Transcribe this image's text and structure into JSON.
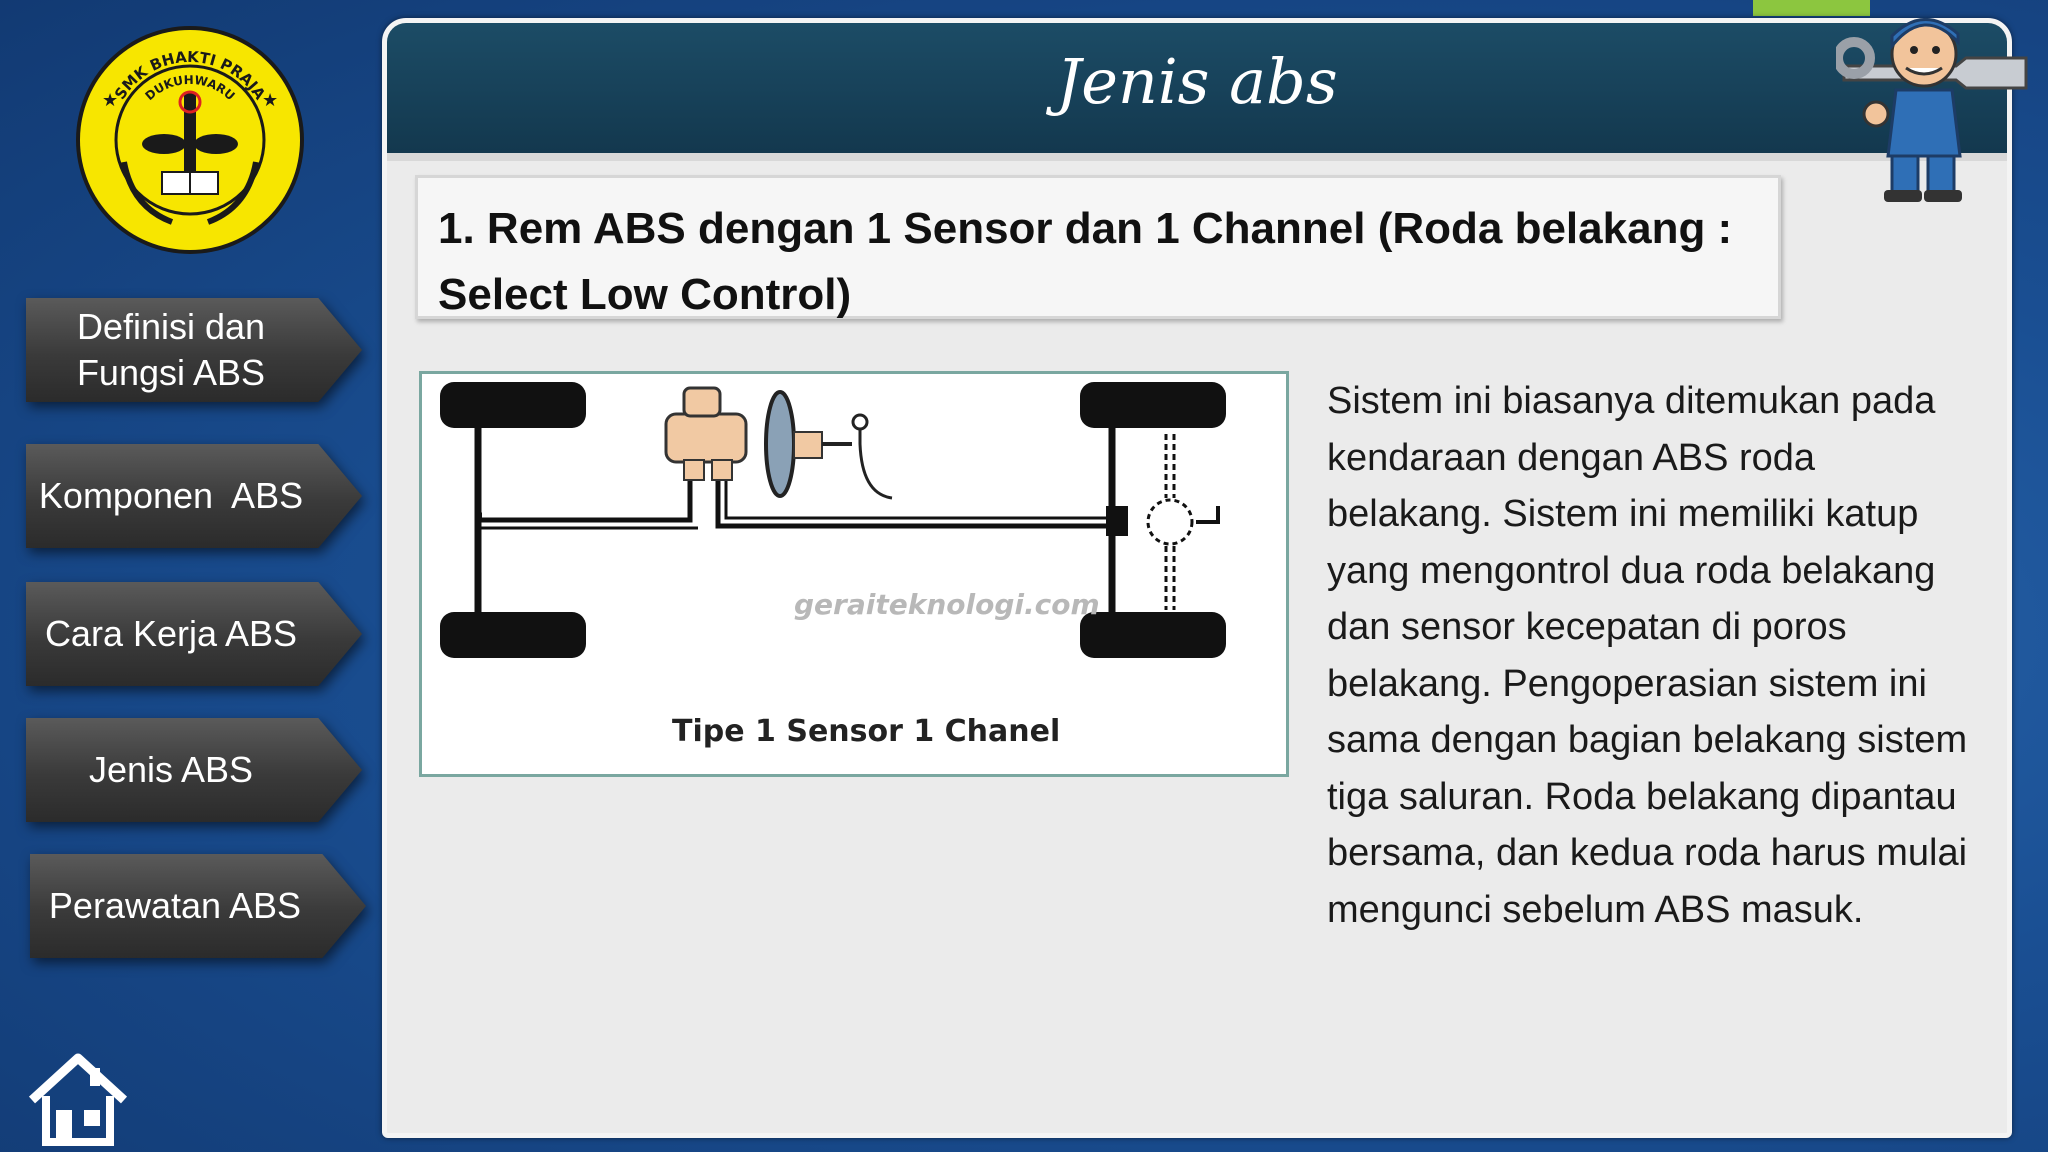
{
  "logo": {
    "text_top": "SMK BHAKTI PRAJA",
    "text_sub": "DUKUHWARU",
    "colors": {
      "ring": "#f7e600",
      "border": "#1a1a1a"
    }
  },
  "nav": {
    "items": [
      {
        "label": "Definisi dan Fungsi ABS"
      },
      {
        "label": "Komponen  ABS"
      },
      {
        "label": "Cara Kerja ABS"
      },
      {
        "label": "Jenis ABS"
      },
      {
        "label": "Perawatan ABS"
      }
    ],
    "home_icon": "home-icon"
  },
  "slide": {
    "title": "Jenis abs",
    "subtitle": "1. Rem ABS dengan 1 Sensor dan 1 Channel (Roda belakang : Select Low Control)",
    "figure": {
      "watermark": "geraiteknologi.com",
      "caption": "Tipe 1 Sensor 1 Chanel"
    },
    "description": "Sistem ini biasanya ditemukan pada kendaraan dengan ABS roda belakang. Sistem ini memiliki katup yang mengontrol dua roda belakang dan sensor kecepatan di poros belakang. Pengoperasian sistem ini sama dengan bagian belakang sistem tiga saluran. Roda belakang dipantau bersama, dan kedua roda harus mulai mengunci sebelum ABS masuk."
  },
  "colors": {
    "background": "#1a4f93",
    "header": "#13384e",
    "accent": "#8cc63f",
    "nav_button": "#3a3a3a"
  }
}
